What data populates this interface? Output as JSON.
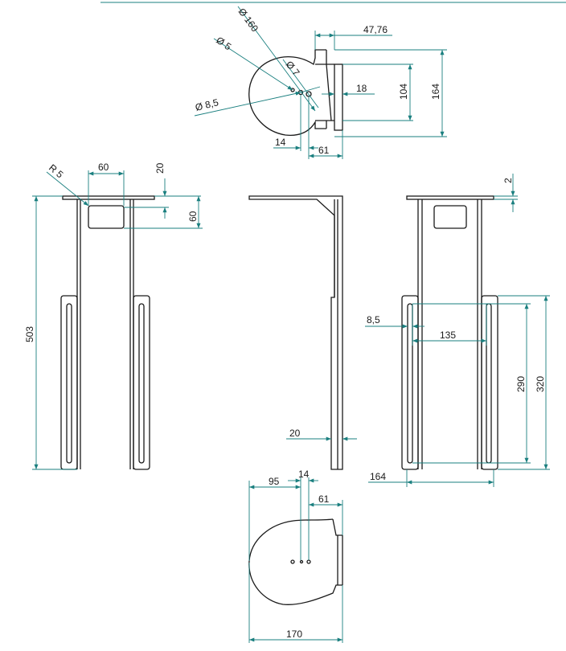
{
  "colors": {
    "dimension": "#1a7f7f",
    "part": "#1a1a1a",
    "background": "#ffffff"
  },
  "views": {
    "top": {
      "dia_160": "Ø 160",
      "dia_5": "Ø 5",
      "dia_7": "Ø 7",
      "dia_8_5": "Ø 8,5",
      "d_47_76": "47,76",
      "d_164": "164",
      "d_104": "104",
      "d_18": "18",
      "d_14": "14",
      "d_61": "61"
    },
    "front": {
      "r_5": "R 5",
      "d_60_top": "60",
      "d_20": "20",
      "d_60_side": "60",
      "d_503": "503"
    },
    "side": {
      "d_20": "20"
    },
    "right": {
      "d_2": "2",
      "d_8_5": "8,5",
      "d_135": "135",
      "d_290": "290",
      "d_320": "320",
      "d_164": "164"
    },
    "bottom": {
      "d_95": "95",
      "d_14": "14",
      "d_61": "61",
      "d_170": "170"
    }
  }
}
